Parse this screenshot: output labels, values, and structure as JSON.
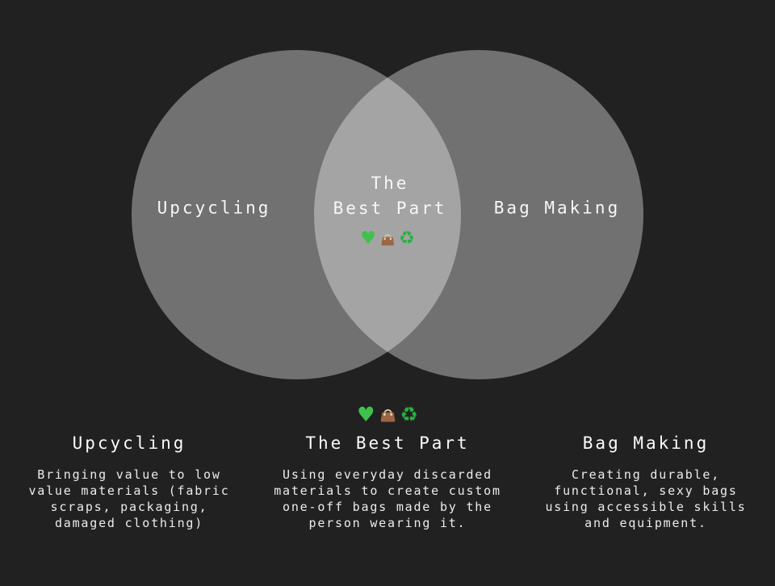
{
  "colors": {
    "background": "#212121",
    "circle_fill": "rgba(255,255,255,0.36)",
    "circle_single_gray": "#757575",
    "circle_overlap_gray": "#a3a3a3",
    "text": "#f0f0f0",
    "accent_green": "#3fc24d",
    "bag_brown": "#9c6644"
  },
  "venn": {
    "left_label": "Upcycling",
    "center_label": "The\nBest Part",
    "right_label": "Bag Making",
    "intersection_icons": [
      "green-heart",
      "handbag",
      "recycle"
    ]
  },
  "icons": {
    "heart_glyph": "♥",
    "recycle_glyph": "♻"
  },
  "legend": {
    "columns": [
      {
        "title": "Upcycling",
        "body": "Bringing value to low\nvalue materials (fabric\nscraps, packaging,\ndamaged clothing)"
      },
      {
        "title": "The Best Part",
        "body": "Using everyday discarded\nmaterials to create custom\none-off bags made by the\nperson wearing it."
      },
      {
        "title": "Bag Making",
        "body": "Creating durable,\nfunctional, sexy bags\nusing accessible skills\nand equipment."
      }
    ]
  }
}
